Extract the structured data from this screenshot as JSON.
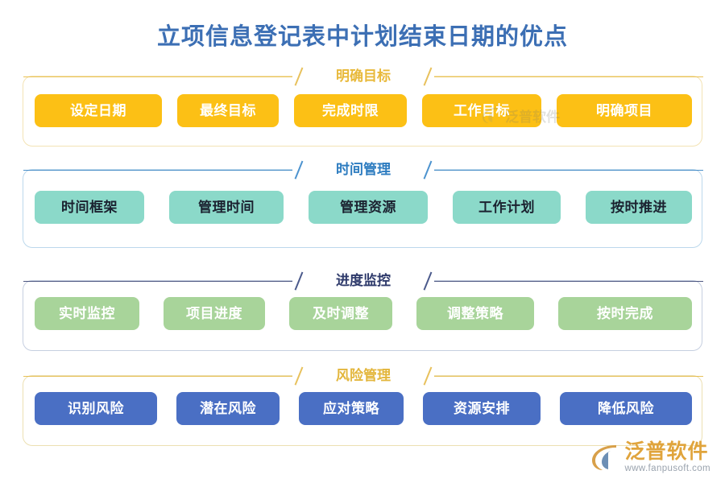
{
  "title": "立项信息登记表中计划结束日期的优点",
  "title_color": "#3c6fb4",
  "sections": [
    {
      "id": "明确目标",
      "heading": "明确目标",
      "heading_color": "#e8b93a",
      "chip_color": "#fcc015",
      "chip_text_color": "#ffffff",
      "chips": [
        "设定日期",
        "最终目标",
        "完成时限",
        "工作目标",
        "明确项目"
      ]
    },
    {
      "id": "时间管理",
      "heading": "时间管理",
      "heading_color": "#2d7cc0",
      "chip_color": "#8bd9c9",
      "chip_text_color": "#1b2230",
      "chips": [
        "时间框架",
        "管理时间",
        "管理资源",
        "工作计划",
        "按时推进"
      ]
    },
    {
      "id": "进度监控",
      "heading": "进度监控",
      "heading_color": "#2e3a6b",
      "chip_color": "#a8d49a",
      "chip_text_color": "#ffffff",
      "chips": [
        "实时监控",
        "项目进度",
        "及时调整",
        "调整策略",
        "按时完成"
      ]
    },
    {
      "id": "风险管理",
      "heading": "风险管理",
      "heading_color": "#e3b63c",
      "chip_color": "#4a6fc4",
      "chip_text_color": "#ffffff",
      "chips": [
        "识别风险",
        "潜在风险",
        "应对策略",
        "资源安排",
        "降低风险"
      ]
    }
  ],
  "watermark": {
    "text": "泛普软件"
  },
  "brand": {
    "name": "泛普软件",
    "url": "www.fanpusoft.com",
    "name_color": "#e0a43c"
  }
}
